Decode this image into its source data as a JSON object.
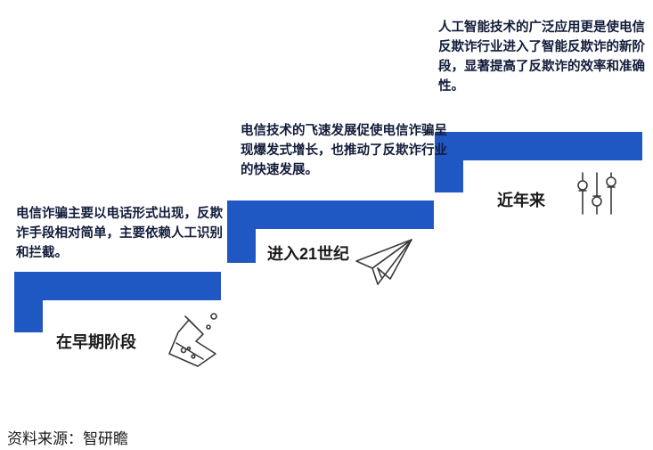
{
  "colors": {
    "accent": "#1f57c3",
    "icon_stroke": "#3a3a3a"
  },
  "steps": [
    {
      "stage": "在早期阶段",
      "description": "电信诈骗主要以电话形式出现，反欺诈手段相对简单，主要依赖人工识别和拦截。",
      "icon": "flask-icon"
    },
    {
      "stage": "进入21世纪",
      "description": "电信技术的飞速发展促使电信诈骗呈现爆发式增长，也推动了反欺诈行业的快速发展。",
      "icon": "paper-plane-icon"
    },
    {
      "stage": "近年来",
      "description": "人工智能技术的广泛应用更是使电信反欺诈行业进入了智能反欺诈的新阶段，显著提高了反欺诈的效率和准确性。",
      "icon": "sliders-icon"
    }
  ],
  "source": "资料来源：智研瞻"
}
